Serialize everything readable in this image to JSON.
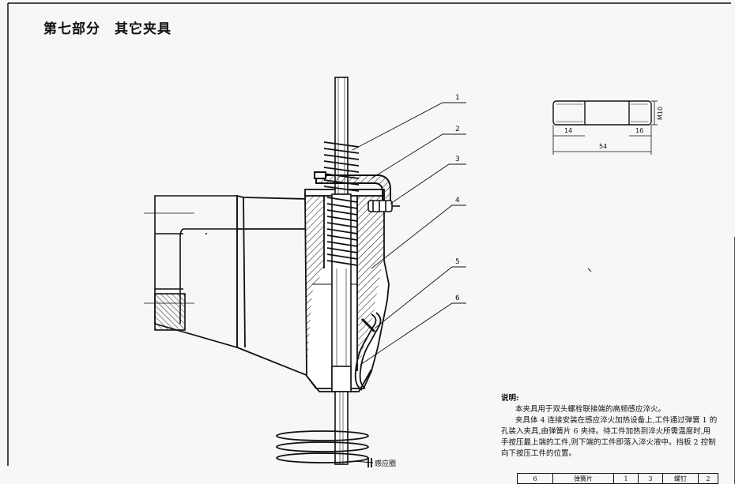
{
  "header": {
    "part": "第七部分",
    "chapter": "其它夹具"
  },
  "callouts": [
    "1",
    "2",
    "3",
    "4",
    "5",
    "6"
  ],
  "coil_label": "感应圈",
  "detail_dims": {
    "thread": "M10",
    "left_len": "14",
    "right_len": "16",
    "total_len": "54"
  },
  "notes": {
    "title": "说明:",
    "lines": [
      "本夹具用于双头螺栓联接端的高频感应淬火。",
      "夹具体 4 连接安装在感应淬火加热设备上,工件通过弹簧 1 的",
      "孔装入夹具,由弹簧片 6 夹持。待工件加热到淬火所需温度时,用",
      "手按压最上端的工件,则下端的工件即落入淬火液中。挡板 2 控制",
      "向下按压工件的位置。"
    ]
  },
  "bom_row": [
    "6",
    "弹簧片",
    "1",
    "3",
    "螺钉",
    "2"
  ]
}
